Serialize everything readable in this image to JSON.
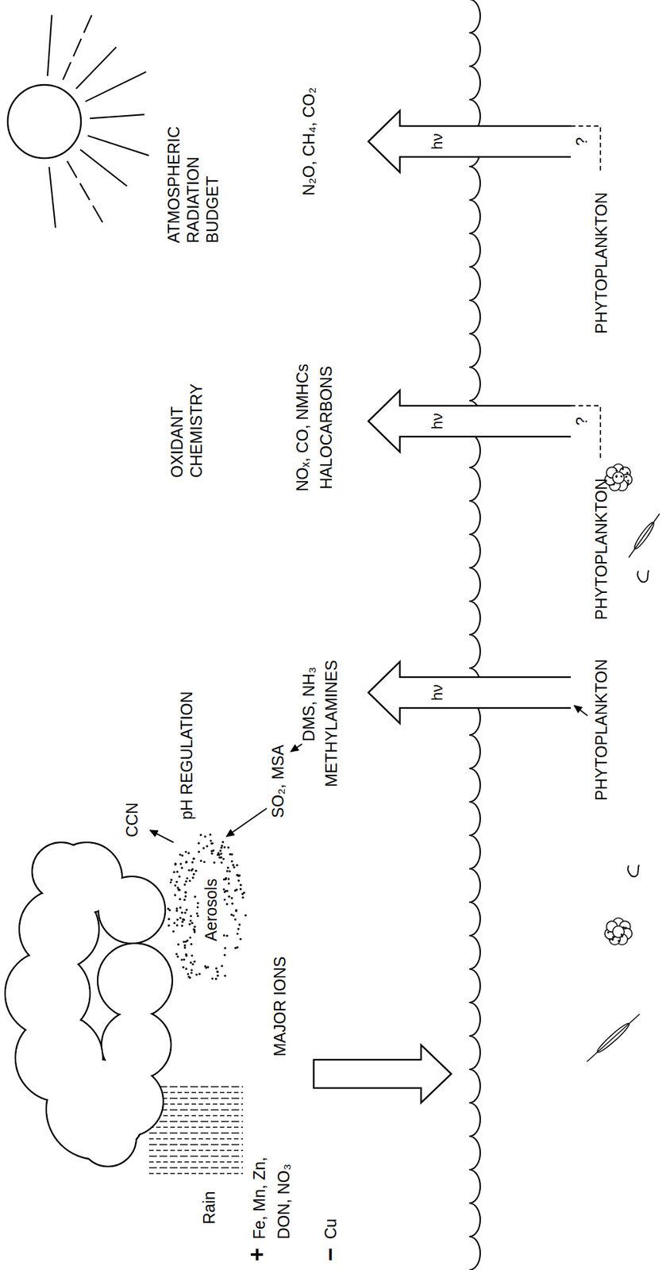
{
  "diagram": {
    "labels": [
      "ATMOSPHERIC RADIATION BUDGET",
      "OXIDANT CHEMISTRY",
      "pH REGULATION",
      "CCN",
      "Aerosols",
      "SO₂, MSA",
      "DMS, NH₃",
      "METHYLAMINES",
      "NOₓ, CO, NMHCs",
      "HALOCARBONS",
      "N₂O, CH₄, CO₂",
      "MAJOR IONS",
      "Rain",
      "+",
      "Fe, Mn, Zn,",
      "DON, NO₃",
      "−",
      "Cu",
      "hν",
      "hν",
      "hν",
      "?",
      "?",
      "PHYTOPLANKTON",
      "PHYTOPLANKTON",
      "PHYTOPLANKTON"
    ]
  }
}
